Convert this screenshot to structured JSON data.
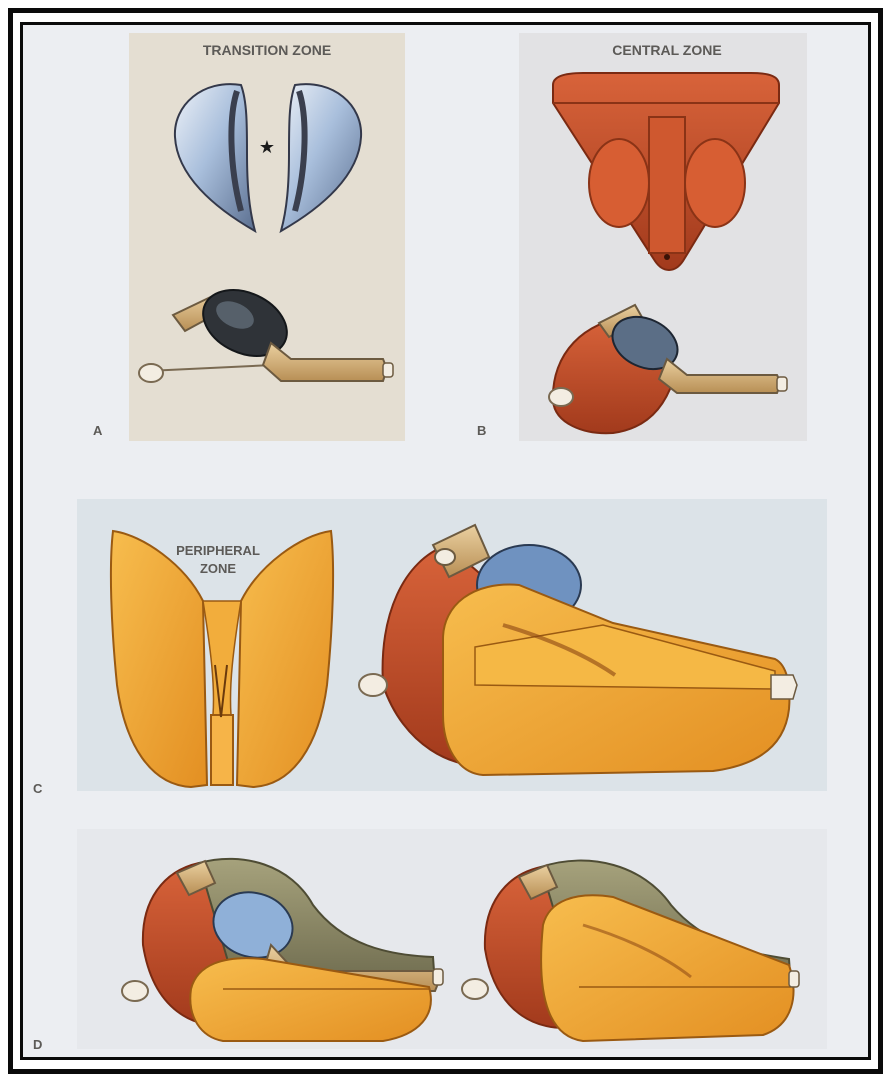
{
  "panels": {
    "a": {
      "letter": "A",
      "title": "TRANSITION ZONE",
      "marker": "★"
    },
    "b": {
      "letter": "B",
      "title": "CENTRAL ZONE"
    },
    "c": {
      "letter": "C",
      "title_line1": "PERIPHERAL",
      "title_line2": "ZONE"
    },
    "d": {
      "letter": "D"
    }
  },
  "colors": {
    "background": "#eceef2",
    "panel_a": "#e4ded2",
    "panel_b": "#e2e2e4",
    "panel_c": "#dce3e8",
    "transition_blue": "#9fb5d2",
    "central_red": "#c94f2a",
    "peripheral_orange": "#f0a632",
    "fibromuscular_olive": "#8e8b67",
    "urethra_tan": "#d6b37c"
  }
}
